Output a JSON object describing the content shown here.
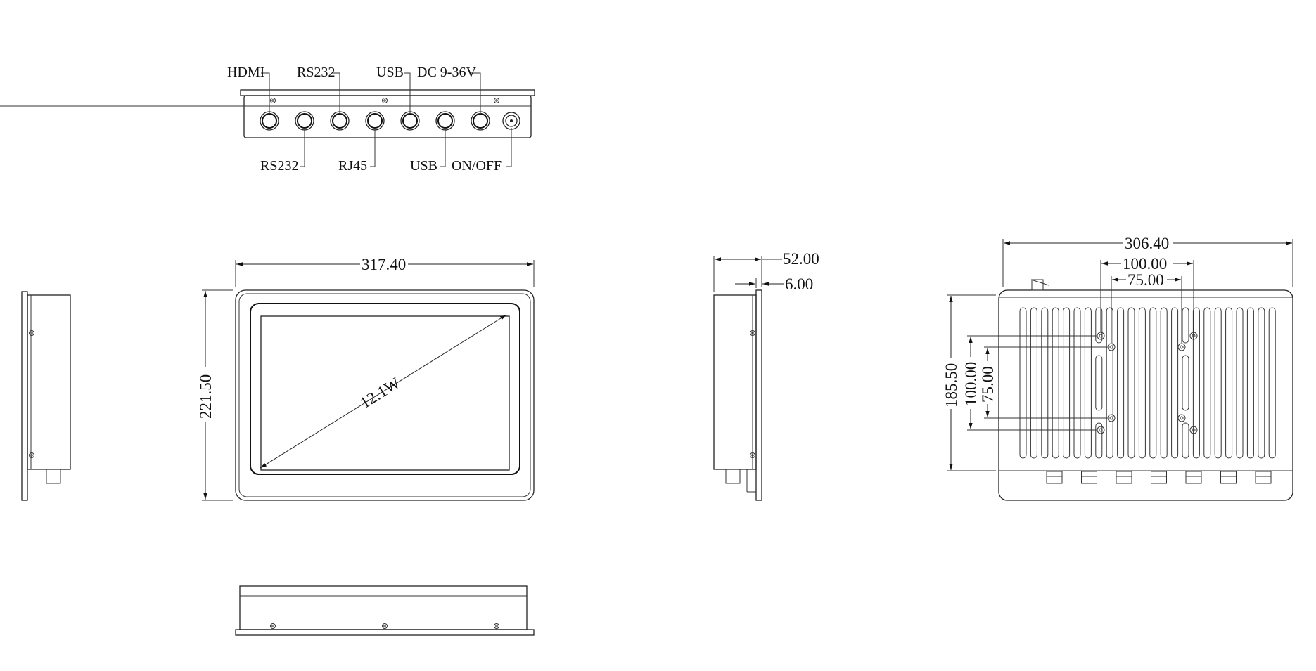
{
  "ports_top": [
    "HDMI",
    "RS232",
    "USB",
    "DC 9-36V"
  ],
  "ports_bottom": [
    "RS232",
    "RJ45",
    "USB",
    "ON/OFF"
  ],
  "front": {
    "width": "317.40",
    "height": "221.50",
    "diagonal": "12.1W"
  },
  "side": {
    "depth": "52.00",
    "bezel": "6.00"
  },
  "rear": {
    "width": "306.40",
    "height": "185.50",
    "vesa_large": "100.00",
    "vesa_small": "75.00"
  }
}
